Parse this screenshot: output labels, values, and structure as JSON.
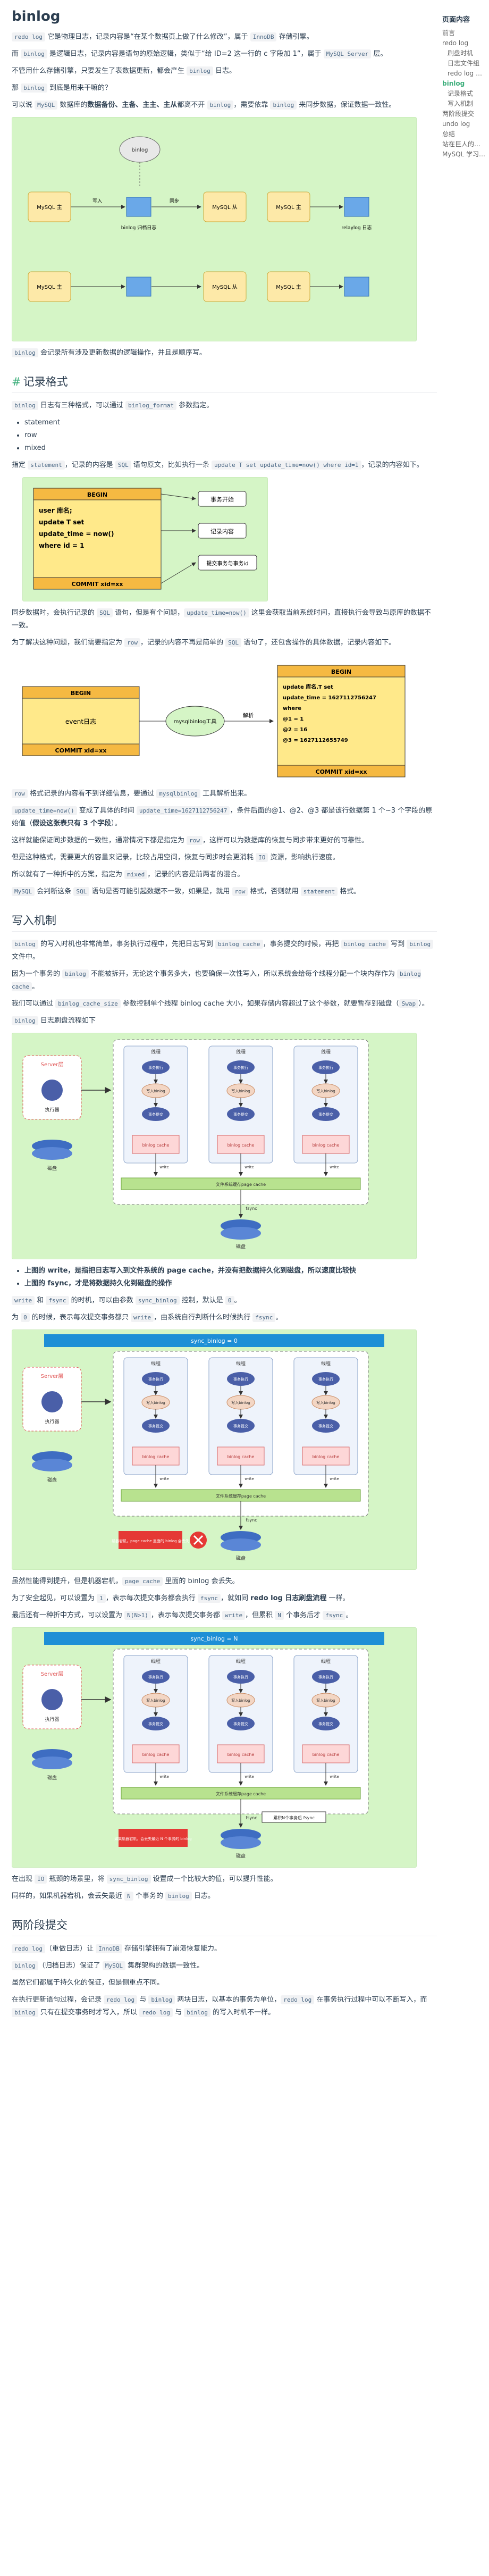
{
  "toc": {
    "title": "页面内容",
    "items": [
      {
        "label": "前言",
        "level": 1
      },
      {
        "label": "redo log",
        "level": 1
      },
      {
        "label": "刷盘时机",
        "level": 2
      },
      {
        "label": "日志文件组",
        "level": 2
      },
      {
        "label": "redo log 小结",
        "level": 2
      },
      {
        "label": "binlog",
        "level": 1,
        "active": true
      },
      {
        "label": "记录格式",
        "level": 2
      },
      {
        "label": "写入机制",
        "level": 2
      },
      {
        "label": "两阶段提交",
        "level": 1
      },
      {
        "label": "undo log",
        "level": 1
      },
      {
        "label": "总结",
        "level": 1
      },
      {
        "label": "站在巨人的肩膀上",
        "level": 1
      },
      {
        "label": "MySQL 学习推荐",
        "level": 1
      }
    ]
  },
  "binlog": {
    "title": "binlog",
    "p1": {
      "code1": "redo log",
      "t1": " 它是物理日志，记录内容是“在某个数据页上做了什么修改”，属于 ",
      "code2": "InnoDB",
      "t2": " 存储引擎。"
    },
    "p2": {
      "t1": "而 ",
      "code1": "binlog",
      "t2": " 是逻辑日志，记录内容是语句的原始逻辑，类似于“给 ID=2 这一行的 c 字段加 1”，属于 ",
      "code2": "MySQL Server",
      "t3": " 层。"
    },
    "p3": {
      "t1": "不管用什么存储引擎，只要发生了表数据更新，都会产生 ",
      "code1": "binlog",
      "t2": " 日志。"
    },
    "p4": {
      "t1": "那 ",
      "code1": "binlog",
      "t2": " 到底是用来干嘛的？"
    },
    "p5": {
      "t1": "可以说 ",
      "code1": "MySQL",
      "t2": " 数据库的",
      "b1": "数据备份、主备、主主、主从",
      "t3": "都离不开 ",
      "code2": "binlog",
      "t4": "，需要依靠 ",
      "code3": "binlog",
      "t5": " 来同步数据，保证数据一致性。"
    },
    "fig1": {
      "center": "binlog",
      "master_left": "MySQL 主",
      "master_right": "MySQL 主",
      "slave": "MySQL 从",
      "write": "写入",
      "sync": "同步",
      "binlog_file": "binlog 归档日志",
      "relay": "relaylog 日志"
    },
    "p6": {
      "code1": "binlog",
      "t1": " 会记录所有涉及更新数据的逻辑操作，并且是顺序写。"
    }
  },
  "format": {
    "title": "记录格式",
    "p1": {
      "code1": "binlog",
      "t1": " 日志有三种格式，可以通过 ",
      "code2": "binlog_format",
      "t2": " 参数指定。"
    },
    "list": [
      "statement",
      "row",
      "mixed"
    ],
    "p2": {
      "t1": "指定 ",
      "code1": "statement",
      "t2": "，记录的内容是 ",
      "code2": "SQL",
      "t3": " 语句原文，比如执行一条 ",
      "code3": "update T set update_time=now() where id=1",
      "t4": "，记录的内容如下。"
    },
    "fig2": {
      "header": "BEGIN",
      "line1": "user 库名;",
      "line2": "update T set",
      "line3": "update_time = now()",
      "line4": "where id = 1",
      "footer": "COMMIT xid=xx",
      "label1": "事务开始",
      "label2": "记录内容",
      "label3": "提交事务与事务id"
    },
    "p3": {
      "t1": "同步数据时，会执行记录的 ",
      "code1": "SQL",
      "t2": " 语句，但是有个问题，",
      "code2": "update_time=now()",
      "t3": " 这里会获取当前系统时间，直接执行会导致与原库的数据不一致。"
    },
    "p4": {
      "t1": "为了解决这种问题，我们需要指定为 ",
      "code1": "row",
      "t2": "，记录的内容不再是简单的 ",
      "code2": "SQL",
      "t3": " 语句了，还包含操作的具体数据，记录内容如下。"
    },
    "fig3": {
      "left_header": "BEGIN",
      "left_body": "event日志",
      "left_footer": "COMMIT xid=xx",
      "center": "mysqlbinlog工具",
      "arrow": "解析",
      "right_header": "BEGIN",
      "right_line1": "update 库名.T set",
      "right_line2": "update_time = 1627112756247",
      "right_line3": "where",
      "right_line4": "@1 = 1",
      "right_line5": "@2 = 16",
      "right_line6": "@3 = 1627112655749",
      "right_footer": "COMMIT xid=xx"
    },
    "p5": {
      "code1": "row",
      "t1": " 格式记录的内容看不到详细信息，要通过 ",
      "code2": "mysqlbinlog",
      "t2": " 工具解析出来。"
    },
    "p6": {
      "code1": "update_time=now()",
      "t1": " 变成了具体的时间 ",
      "code2": "update_time=1627112756247",
      "t2": "，条件后面的@1、@2、@3 都是该行数据第 1 个~3 个字段的原始值（",
      "b1": "假设这张表只有 3 个字段",
      "t3": "）。"
    },
    "p7": {
      "t1": "这样就能保证同步数据的一致性，通常情况下都是指定为 ",
      "code1": "row",
      "t2": "，这样可以为数据库的恢复与同步带来更好的可靠性。"
    },
    "p8": {
      "t1": "但是这种格式，需要更大的容量来记录，比较占用空间，恢复与同步时会更消耗 ",
      "code1": "IO",
      "t2": " 资源，影响执行速度。"
    },
    "p9": {
      "t1": "所以就有了一种折中的方案，指定为 ",
      "code1": "mixed",
      "t2": "，记录的内容是前两者的混合。"
    },
    "p10": {
      "code1": "MySQL",
      "t1": " 会判断这条 ",
      "code2": "SQL",
      "t2": " 语句是否可能引起数据不一致，如果是，就用 ",
      "code3": "row",
      "t3": " 格式，否则就用 ",
      "code4": "statement",
      "t4": " 格式。"
    }
  },
  "write": {
    "title": "写入机制",
    "p1": {
      "code1": "binlog",
      "t1": " 的写入时机也非常简单，事务执行过程中，先把日志写到 ",
      "code2": "binlog cache",
      "t2": "，事务提交的时候，再把 ",
      "code3": "binlog cache",
      "t3": " 写到 ",
      "code4": "binlog",
      "t4": " 文件中。"
    },
    "p2": {
      "t1": "因为一个事务的 ",
      "code1": "binlog",
      "t2": " 不能被拆开，无论这个事务多大，也要确保一次性写入，所以系统会给每个线程分配一个块内存作为 ",
      "code2": "binlog cache",
      "t3": "。"
    },
    "p3": {
      "t1": "我们可以通过 ",
      "code1": "binlog_cache_size",
      "t2": " 参数控制单个线程 binlog cache 大小，如果存储内容超过了这个参数，就要暂存到磁盘（",
      "code2": "Swap",
      "t3": "）。"
    },
    "p4": {
      "code1": "binlog",
      "t1": " 日志刷盘流程如下"
    },
    "diagram": {
      "server": "Server层",
      "executor": "执行器",
      "disk": "磁盘",
      "thread": "线程",
      "exec_sql": "事务执行",
      "sql_log": "写入binlog",
      "commit": "事务提交",
      "cache": "binlog cache",
      "write": "write",
      "fsync": "fsync",
      "page_cache": "文件系统缓存page cache"
    },
    "b1": "上图的 write，是指把日志写入到文件系统的 page cache，并没有把数据持久化到磁盘，所以速度比较快",
    "b2": "上图的 fsync，才是将数据持久化到磁盘的操作",
    "p5": {
      "code1": "write",
      "t1": " 和 ",
      "code2": "fsync",
      "t2": " 的时机，可以由参数 ",
      "code3": "sync_binlog",
      "t3": " 控制，默认是 ",
      "code4": "0",
      "t4": "。"
    },
    "p6": {
      "t1": "为 ",
      "code1": "0",
      "t2": " 的时候，表示每次提交事务都只 ",
      "code3": "write",
      "t3": "，由系统自行判断什么时候执行 ",
      "code4": "fsync",
      "t4": "。"
    },
    "fig5_banner": "sync_binlog = 0",
    "fig5_warn": "机器宕机，page cache 里面的 binlog 会丢失",
    "p7": {
      "t1": "虽然性能得到提升，但是机器宕机，",
      "code1": "page cache",
      "t2": " 里面的 binlog 会丢失。"
    },
    "p8": {
      "t1": "为了安全起见，可以设置为 ",
      "code1": "1",
      "t2": "，表示每次提交事务都会执行 ",
      "code2": "fsync",
      "t3": "，就如同 ",
      "b1": "redo log 日志刷盘流程",
      "t4": " 一样。"
    },
    "p9": {
      "t1": "最后还有一种折中方式，可以设置为 ",
      "code1": "N(N>1)",
      "t2": "，表示每次提交事务都 ",
      "code2": "write",
      "t3": "，但累积 ",
      "code3": "N",
      "t4": " 个事务后才 ",
      "code4": "fsync",
      "t5": "。"
    },
    "fig6_banner": "sync_binlog = N",
    "fig6_warn": "如果机器宕机，会丢失最近 N 个事务的 binlog",
    "fig6_side": "累积N个事务后 fsync",
    "p10": {
      "t1": "在出现 ",
      "code1": "IO",
      "t2": " 瓶颈的场景里，将 ",
      "code2": "sync_binlog",
      "t3": " 设置成一个比较大的值，可以提升性能。"
    },
    "p11": {
      "t1": "同样的，如果机器宕机，会丢失最近 ",
      "code1": "N",
      "t2": " 个事务的 ",
      "code2": "binlog",
      "t3": " 日志。"
    }
  },
  "twophase": {
    "title": "两阶段提交",
    "p1": {
      "code1": "redo log",
      "t1": "（重做日志）让 ",
      "code2": "InnoDB",
      "t2": " 存储引擎拥有了崩溃恢复能力。"
    },
    "p2": {
      "code1": "binlog",
      "t1": "（归档日志）保证了 ",
      "code2": "MySQL",
      "t2": " 集群架构的数据一致性。"
    },
    "p3": {
      "t1": "虽然它们都属于持久化的保证，但是侧重点不同。"
    },
    "p4": {
      "t1": "在执行更新语句过程，会记录 ",
      "code1": "redo log",
      "t2": " 与 ",
      "code2": "binlog",
      "t3": " 两块日志，以基本的事务为单位，",
      "code3": "redo log",
      "t4": " 在事务执行过程中可以不断写入，而 ",
      "code4": "binlog",
      "t5": " 只有在提交事务时才写入，所以 ",
      "code5": "redo log",
      "t6": " 与 ",
      "code6": "binlog",
      "t7": " 的写入时机不一样。"
    }
  }
}
